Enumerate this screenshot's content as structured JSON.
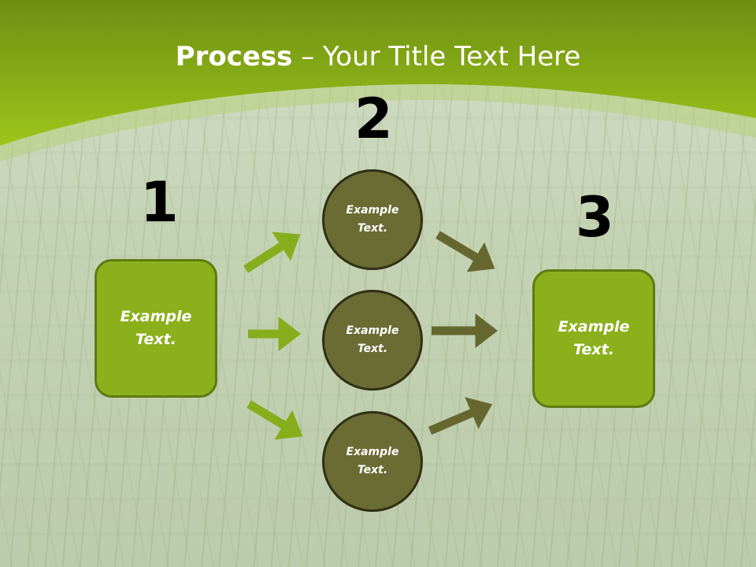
{
  "slide": {
    "title_bold": "Process",
    "title_rest": " – Your Title Text Here",
    "colors": {
      "header_top": "#6f8e12",
      "header_bottom": "#98c21a",
      "box_fill": "#8bb01c",
      "box_border": "#5f7a12",
      "circle_fill": "#6b6b34",
      "circle_border": "#2f2f14",
      "arrow_light": "#86ad1c",
      "arrow_dark": "#66672f"
    }
  },
  "steps": {
    "step1": {
      "number": "1",
      "line1": "Example",
      "line2": "Text."
    },
    "step2": {
      "number": "2"
    },
    "step3": {
      "number": "3",
      "line1": "Example",
      "line2": "Text."
    }
  },
  "circles": [
    {
      "line1": "Example",
      "line2": "Text."
    },
    {
      "line1": "Example",
      "line2": "Text."
    },
    {
      "line1": "Example",
      "line2": "Text."
    }
  ]
}
